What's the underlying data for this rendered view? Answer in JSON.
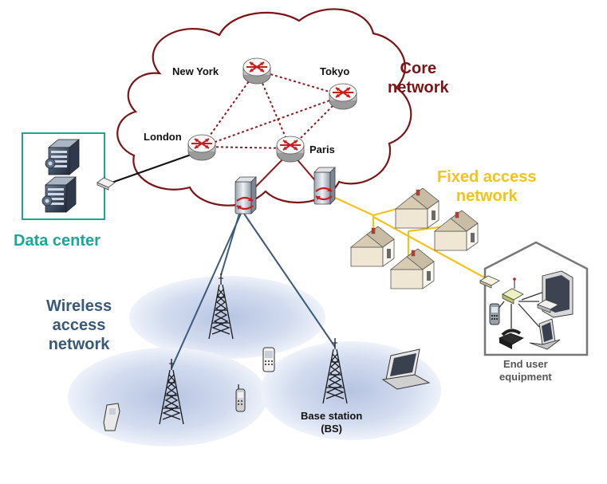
{
  "cities": {
    "new_york": "New York",
    "tokyo": "Tokyo",
    "london": "London",
    "paris": "Paris"
  },
  "regions": {
    "core_line1": "Core",
    "core_line2": "network",
    "fixed_line1": "Fixed access",
    "fixed_line2": "network",
    "data_center": "Data center",
    "wireless_line1": "Wireless",
    "wireless_line2": "access",
    "wireless_line3": "network"
  },
  "labels": {
    "base_station_line1": "Base station",
    "base_station_line2": "(BS)",
    "end_user_line1": "End user",
    "end_user_line2": "equipment"
  },
  "colors": {
    "core": "#7b1416",
    "fixed_access": "#f3c31b",
    "data_center": "#1aa79a",
    "wireless": "#3a5878",
    "core_link": "#8b1c20",
    "wireless_link": "#3c5a7c",
    "end_user_text": "#555555"
  },
  "icons": [
    "router-icon",
    "server-icon",
    "switch-icon",
    "house-icon",
    "tower-icon",
    "laptop-icon",
    "mobile-phone-icon",
    "monitor-icon",
    "telephone-icon",
    "modem-icon"
  ]
}
